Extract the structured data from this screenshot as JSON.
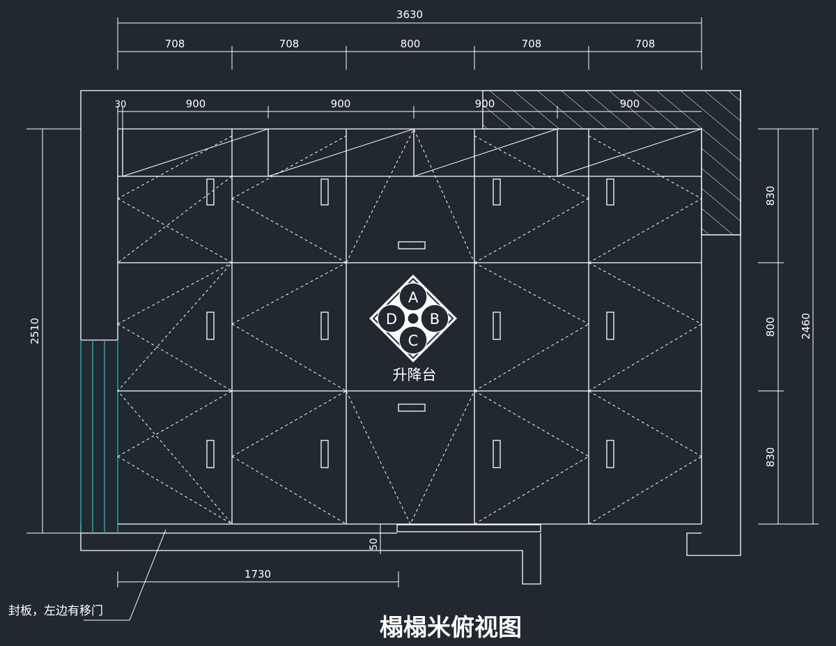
{
  "title": "榻榻米俯视图",
  "annotation_seal": "封板，左边有移门",
  "lift_label": "升降台",
  "lift_segments": [
    "A",
    "B",
    "C",
    "D"
  ],
  "dimensions": {
    "total_width": "3630",
    "module_widths": [
      "708",
      "708",
      "800",
      "708",
      "708"
    ],
    "small_offset": "30",
    "bench_widths": [
      "900",
      "900",
      "900",
      "900"
    ],
    "left_height": "2510",
    "right_height": "2460",
    "right_segments": [
      "830",
      "800",
      "830"
    ],
    "bottom_gap": "50",
    "opening_width": "1730"
  },
  "colors": {
    "background": "#212830",
    "lines": "#ffffff",
    "glass": "#18b4b4"
  }
}
